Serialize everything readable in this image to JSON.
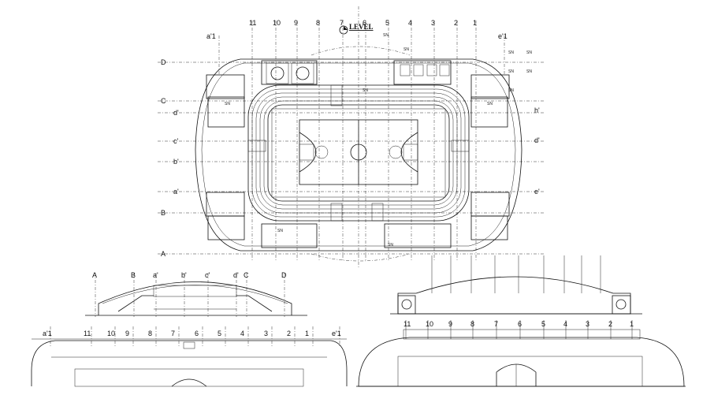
{
  "plan": {
    "grid_top": [
      "11",
      "10",
      "9",
      "8",
      "7",
      "6",
      "5",
      "4",
      "3",
      "2",
      "1"
    ],
    "grid_left": [
      "D",
      "C",
      "d'",
      "c'",
      "b'",
      "a'",
      "B",
      "A"
    ],
    "grid_right": [
      "h'",
      "d'",
      "e'"
    ],
    "corner_left": "a'1",
    "corner_right": "e'1",
    "level_label": "LEVEL",
    "sn_tag": "SN"
  },
  "section": {
    "grid": [
      "A",
      "B",
      "a'",
      "b'",
      "c'",
      "d'",
      "C",
      "D"
    ]
  },
  "elevation_front": {
    "grid": [
      "a'1",
      "11",
      "10",
      "9",
      "8",
      "7",
      "6",
      "5",
      "4",
      "3",
      "2",
      "1",
      "e'1"
    ]
  },
  "elevation_side": {
    "grid": [
      "11",
      "10",
      "9",
      "8",
      "7",
      "6",
      "5",
      "4",
      "3",
      "2",
      "1"
    ]
  },
  "colors": {
    "ink": "#111111",
    "background": "#ffffff"
  }
}
